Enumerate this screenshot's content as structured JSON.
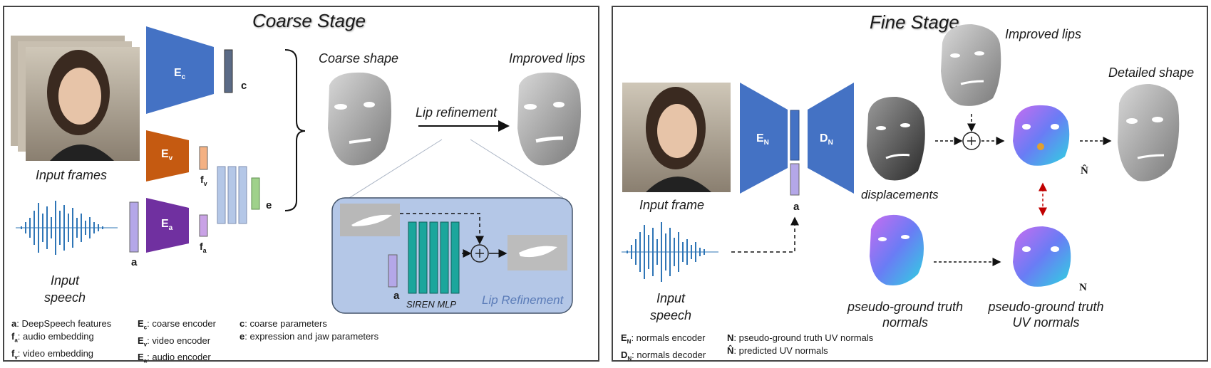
{
  "colors": {
    "encoder_blue": "#4472c4",
    "video_orange": "#c55a11",
    "audio_purple": "#7030a0",
    "feature_lavender": "#b4a7e8",
    "lip_panel_bg": "#b4c7e7",
    "siren_teal": "#1ba69c",
    "red_arrow": "#c00000",
    "wave_blue": "#2e75b6"
  },
  "coarse": {
    "title": "Coarse Stage",
    "input_frames": "Input frames",
    "input_speech": "Input\nspeech",
    "enc_c": "E",
    "enc_c_sub": "c",
    "enc_v": "E",
    "enc_v_sub": "v",
    "enc_a": "E",
    "enc_a_sub": "a",
    "feat_c": "c",
    "feat_fv": "f",
    "feat_fv_sub": "v",
    "feat_fa": "f",
    "feat_fa_sub": "a",
    "feat_e": "e",
    "feat_a": "a",
    "coarse_shape": "Coarse shape",
    "improved_lips": "Improved lips",
    "lip_refinement_arrow": "Lip refinement",
    "lip_box_a": "a",
    "siren": "SIREN MLP",
    "lip_box_title": "Lip Refinement",
    "legend": [
      {
        "key": "a",
        "sub": "",
        "text": ":  DeepSpeech features"
      },
      {
        "key": "f",
        "sub": "a",
        "text": ":  audio embedding"
      },
      {
        "key": "f",
        "sub": "v",
        "text": ":  video embedding"
      },
      {
        "key": "E",
        "sub": "c",
        "text": ":  coarse encoder"
      },
      {
        "key": "E",
        "sub": "v",
        "text": ":  video encoder"
      },
      {
        "key": "E",
        "sub": "a",
        "text": ":  audio encoder"
      },
      {
        "key": "c",
        "sub": "",
        "text": ":  coarse parameters"
      },
      {
        "key": "e",
        "sub": "",
        "text": ":  expression and jaw parameters"
      }
    ]
  },
  "fine": {
    "title": "Fine Stage",
    "input_frame": "Input frame",
    "input_speech": "Input\nspeech",
    "enc_n": "E",
    "enc_n_sub": "N",
    "dec_n": "D",
    "dec_n_sub": "N",
    "feat_a": "a",
    "improved_lips": "Improved lips",
    "detailed_shape": "Detailed shape",
    "displacements": "displacements",
    "n_hat": "N̂",
    "n": "N",
    "pseudo_normals": "pseudo-ground truth\nnormals",
    "pseudo_uv_normals": "pseudo-ground truth\nUV normals",
    "legend": [
      {
        "key": "E",
        "sub": "N",
        "text": ": normals encoder"
      },
      {
        "key": "D",
        "sub": "N",
        "text": ": normals decoder"
      },
      {
        "key": "N",
        "sub": "",
        "text": ": pseudo-ground truth UV normals"
      },
      {
        "key": "N̂",
        "sub": "",
        "text": ": predicted UV normals"
      }
    ]
  }
}
